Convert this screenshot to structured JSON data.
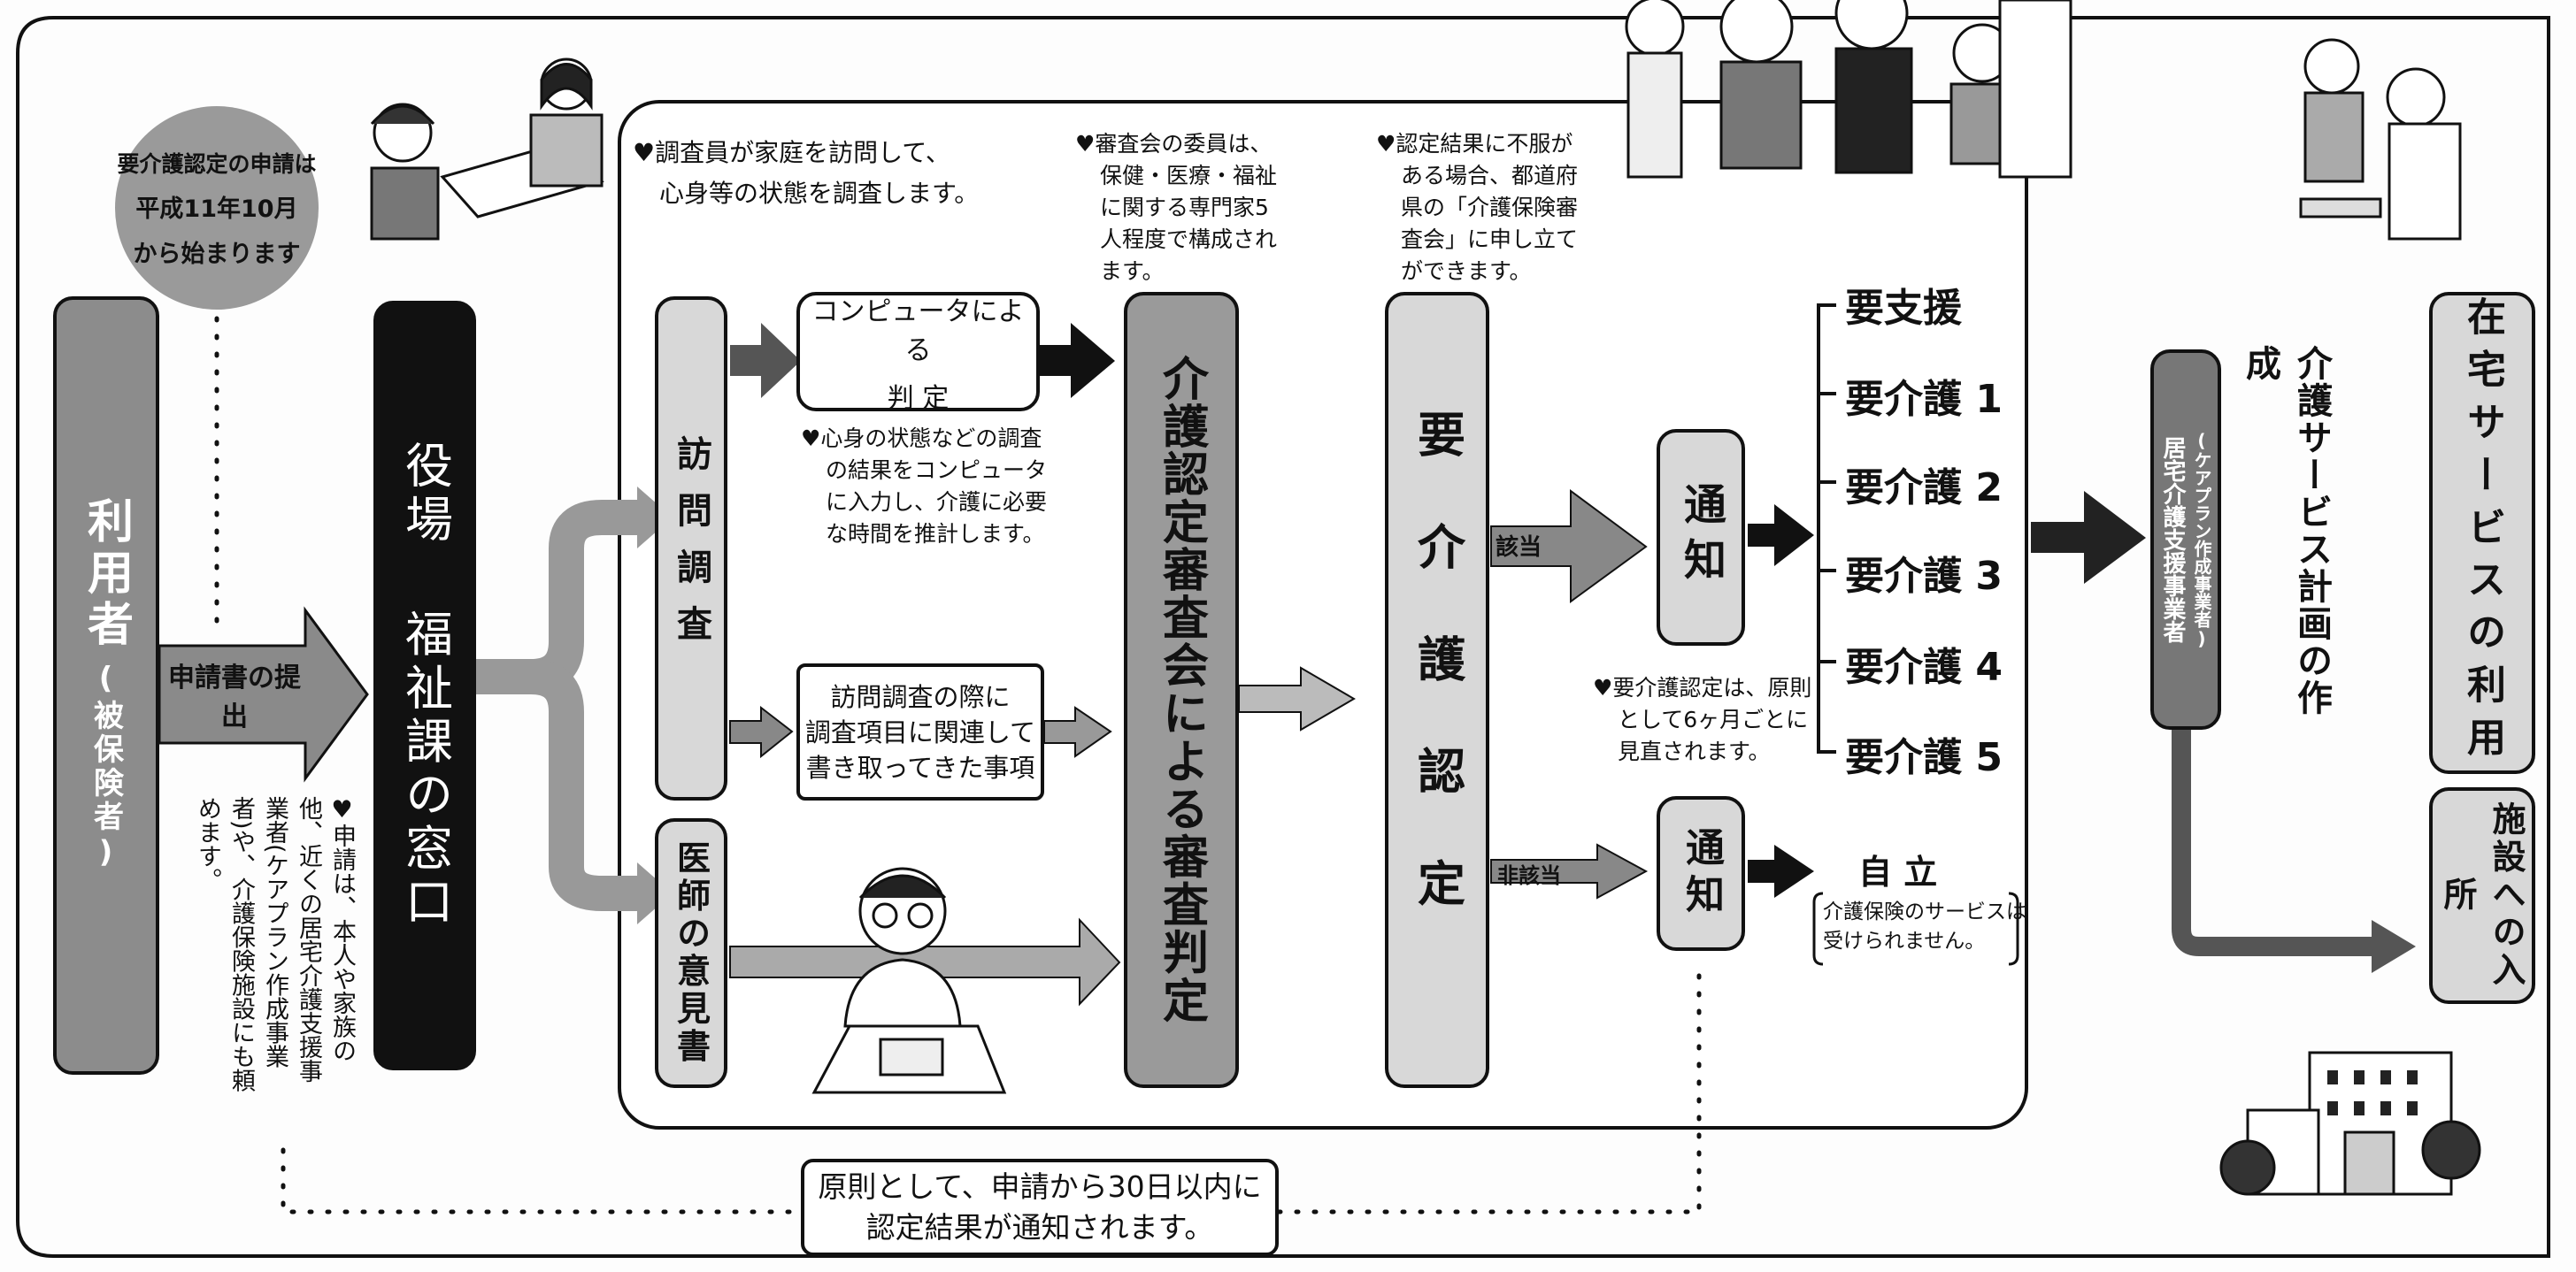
{
  "banner": {
    "line1": "要介護認定の申請は",
    "line2": "平成11年10月",
    "line3": "から始まります"
  },
  "user": {
    "label": "利用者",
    "sub": "(被保険者)"
  },
  "application_arrow": {
    "label": "申請書の提出"
  },
  "office": {
    "label": "役場 福祉課の窓口"
  },
  "application_note": "♥申請は、本人や家族の他、近くの居宅介護支援事業者(ケアプラン作成事業者)や、介護保険施設にも頼めます。",
  "survey_note": {
    "line1": "♥調査員が家庭を訪問して、",
    "line2": "心身等の状態を調査します。"
  },
  "home_visit": {
    "label": "訪問調査"
  },
  "computer": {
    "line1": "コンピュータによる",
    "line2": "判 定"
  },
  "computer_note": {
    "line1": "♥心身の状態などの調査",
    "line2": "の結果をコンピュータ",
    "line3": "に入力し、介護に必要",
    "line4": "な時間を推計します。"
  },
  "visit_items": {
    "line1": "訪問調査の際に",
    "line2": "調査項目に関連して",
    "line3": "書き取ってきた事項"
  },
  "doctor_opinion": {
    "label": "医師の意見書"
  },
  "committee_note": {
    "line1": "♥審査会の委員は、",
    "line2": "保健・医療・福祉",
    "line3": "に関する専門家5",
    "line4": "人程度で構成され",
    "line5": "ます。"
  },
  "committee": {
    "label": "介護認定審査会による審査判定"
  },
  "appeal_note": {
    "line1": "♥認定結果に不服が",
    "line2": "ある場合、都道府",
    "line3": "県の「介護保険審",
    "line4": "査会」に申し立て",
    "line5": "ができます。"
  },
  "certification": {
    "label": "要介護認定"
  },
  "applicable_arrow": {
    "label": "該当"
  },
  "not_applicable_arrow": {
    "label": "非該当"
  },
  "notice1": {
    "label": "通知"
  },
  "notice2": {
    "label": "通知"
  },
  "levels": [
    "要支援",
    "要介護 1",
    "要介護 2",
    "要介護 3",
    "要介護 4",
    "要介護 5"
  ],
  "review_note": {
    "line1": "♥要介護認定は、原則",
    "line2": "として6ヶ月ごとに",
    "line3": "見直されます。"
  },
  "independent": {
    "label": "自 立",
    "note1": "介護保険のサービスは",
    "note2": "受けられません。"
  },
  "care_manager": {
    "label": "居宅介護支援事業者",
    "sub": "(ケアプラン作成事業者)"
  },
  "care_plan": {
    "label": "介護サービス計画の作成"
  },
  "home_service": {
    "label": "在宅サービスの利用"
  },
  "facility": {
    "label": "施設への入所"
  },
  "deadline": {
    "line1": "原則として、申請から30日以内に",
    "line2": "認定結果が通知されます。"
  }
}
